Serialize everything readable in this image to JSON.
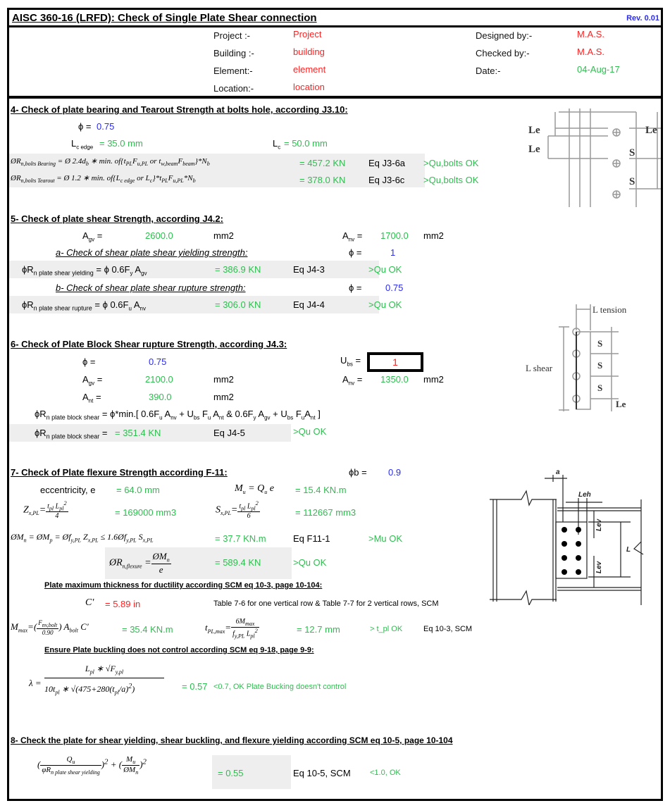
{
  "header": {
    "title": "AISC 360-16 (LRFD): Check of Single Plate Shear connection",
    "revision": "Rev. 0.01",
    "fields_left": [
      {
        "label": "Project :-",
        "value": "Project"
      },
      {
        "label": "Building :-",
        "value": "building"
      },
      {
        "label": "Element:-",
        "value": "element"
      },
      {
        "label": "Location:-",
        "value": "location"
      }
    ],
    "fields_right": [
      {
        "label": "Designed by:-",
        "value": "M.A.S."
      },
      {
        "label": "Checked by:-",
        "value": "M.A.S."
      },
      {
        "label": "Date:-",
        "value": "04-Aug-17"
      }
    ]
  },
  "section4": {
    "title": "4- Check of plate bearing and Tearout Strength at bolts hole, according J3.10:",
    "phi_label": "ϕ =",
    "phi": "0.75",
    "lc_edge_label": "L",
    "lc_edge_sub": "c edge",
    "lc_edge": "= 35.0 mm",
    "lc_label": "L",
    "lc_sub": "c",
    "lc": "= 50.0 mm",
    "bearing_formula": "ØR n,bolts Bearing = Ø 2.4d b ∗ min. of{t PL F u,PL or t w,beam F beam}*N b",
    "bearing_value": "= 457.2 KN",
    "bearing_eq": "Eq J3-6a",
    "bearing_status": ">Qu,bolts OK",
    "tearout_formula": "ØR n,bolts Tearout = Ø 1.2 ∗ min. of{L c edge or L c}*t PL F u,PL *N b",
    "tearout_value": "= 378.0 KN",
    "tearout_eq": "Eq J3-6c",
    "tearout_status": ">Qu,bolts OK",
    "diagram_labels": {
      "le1": "Le",
      "le2": "Le",
      "le3": "Le",
      "s1": "S",
      "s2": "S"
    }
  },
  "section5": {
    "title": "5- Check of plate shear Strength, according J4.2:",
    "agv_label": "A",
    "agv_sub": "gv",
    "agv": "2600.0",
    "agv_unit": "mm2",
    "anv_label": "A",
    "anv_sub": "nv",
    "anv": "1700.0",
    "anv_unit": "mm2",
    "yield_title": "a- Check of shear plate shear yielding strength:",
    "yield_phi": "1",
    "yield_formula_left": "ϕR",
    "yield_formula_sub": "n plate shear yielding",
    "yield_formula_right": "= ϕ 0.6F y A gv",
    "yield_value": "= 386.9 KN",
    "yield_eq": "Eq J4-3",
    "yield_status": ">Qu OK",
    "rupture_title": "b- Check of shear plate shear rupture strength:",
    "rupture_phi": "0.75",
    "rupture_formula_sub": "n plate shear rupture",
    "rupture_formula_right": "= ϕ 0.6F u A nv",
    "rupture_value": "= 306.0 KN",
    "rupture_eq": "Eq J4-4",
    "rupture_status": ">Qu OK",
    "phi_label": "ϕ ="
  },
  "section6": {
    "title": "6- Check of Plate Block Shear rupture Strength, according J4.3:",
    "phi_label": "ϕ =",
    "phi": "0.75",
    "ubs_label": "U",
    "ubs_sub": "bs",
    "ubs": "1",
    "agv": "2100.0",
    "anv": "1350.0",
    "ant_sub": "nt",
    "ant": "390.0",
    "unit": "mm2",
    "formula_sub": "n plate block shear",
    "formula": "= ϕ*min.[ 0.6F u A nv + U bs F u A nt & 0.6F y A gv + U bs F u A nt ]",
    "value": "= 351.4 KN",
    "eq": "Eq J4-5",
    "status": ">Qu OK",
    "diagram_labels": {
      "l_tension": "L tension",
      "l_shear": "L shear",
      "s": "S",
      "le": "Le"
    }
  },
  "section7": {
    "title": "7- Check of Plate flexure Strength according F-11:",
    "phib_label": "ϕb =",
    "phib": "0.9",
    "ecc_label": "eccentricity, e",
    "ecc": "= 64.0 mm",
    "mu_formula": "Mu = Qu e",
    "mu": "= 15.4 KN.m",
    "zx_formula": "Zx,PL = tpl Lpl² / 4",
    "zx": "= 169000 mm3",
    "sx_formula": "Sx,PL = tpl Lpl² / 6",
    "sx": "= 112667 mm3",
    "mn_formula": "ØMn = ØMp = Øfy,PL Zx,PL ≤ 1.6Øfy,PL Sx,PL",
    "mn": "= 37.7 KN.m",
    "mn_eq": "Eq F11-1",
    "mn_status": ">Mu OK",
    "rflex_formula": "ØRn,flexure = ØMn / e",
    "rflex": "= 589.4 KN",
    "rflex_status": ">Qu OK",
    "ductility_title": "Plate maximum thickness for ductility according SCM eq 10-3, page 10-104:",
    "c_label": "C'",
    "c_value": "= 5.89 in",
    "c_note": "Table 7-6 for one vertical row & Table 7-7 for 2 vertical rows, SCM",
    "mmax_formula": "Mmax = (Fnv,bolt / 0.90) Abolt C'",
    "mmax": "= 35.4 KN.m",
    "tmax_formula": "tPL,max = 6Mmax / (fy,PL Lpl²)",
    "tmax": "= 12.7 mm",
    "tmax_status": "> t_pl OK",
    "tmax_eq": "Eq 10-3, SCM",
    "buckling_title": "Ensure Plate buckling does not control according SCM eq 9-18, page 9-9:",
    "lambda_formula": "λ = Lpl * √Fy,pl / (10tpl * √(475+280(tpl/a)²))",
    "lambda": "= 0.57",
    "lambda_status": "<0.7, OK Plate Bucking doesn't control",
    "diagram_labels": {
      "a": "a",
      "leh": "Leh",
      "lev1": "Lev",
      "lev2": "Lev",
      "l": "L"
    }
  },
  "section8": {
    "title": "8- Check the plate for shear yielding, shear buckling, and flexure yielding according SCM eq 10-5, page 10-104",
    "formula": "(Qu / φRn plate shear yielding)² + (Mu / ØMn)²",
    "value": "= 0.55",
    "eq": "Eq 10-5, SCM",
    "status": "<1.0, OK"
  },
  "colors": {
    "input_red": "#ff2222",
    "result_green": "#2ebd4f",
    "factor_blue": "#2b2bf0",
    "shade": "#eeeeee"
  }
}
